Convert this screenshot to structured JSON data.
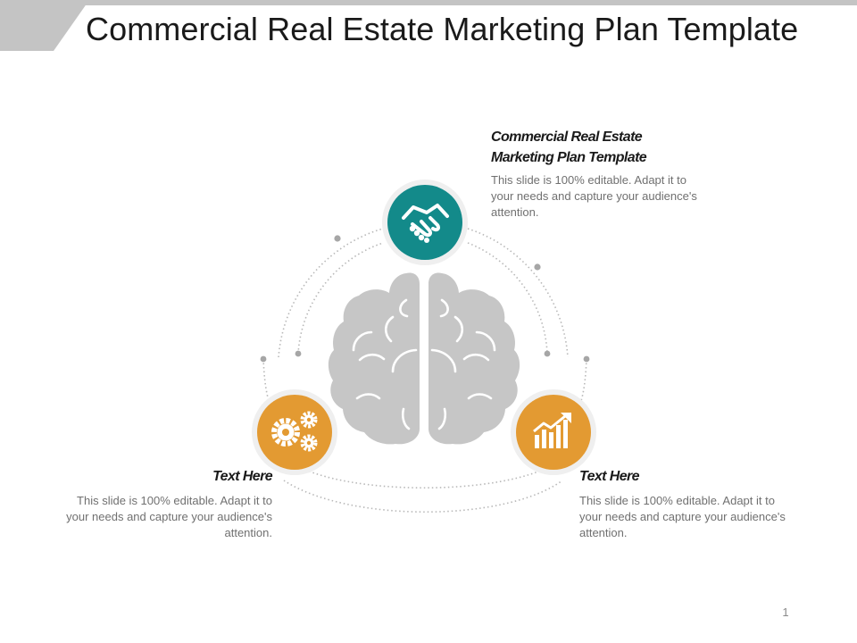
{
  "slide": {
    "title": "Commercial Real Estate Marketing Plan Template",
    "page_number": "1"
  },
  "colors": {
    "teal": "#138a8a",
    "orange": "#e39a32",
    "brain_gray": "#c6c6c6",
    "bar_gray": "#c4c4c4"
  },
  "items": {
    "top": {
      "heading_line1": "Commercial Real Estate",
      "heading_line2": "Marketing Plan Template",
      "body": "This slide is 100% editable. Adapt it to your needs and capture your audience's attention.",
      "icon": "handshake-icon"
    },
    "left": {
      "heading": "Text Here",
      "body": "This slide is 100% editable. Adapt it to your needs and capture your audience's attention.",
      "icon": "gears-icon"
    },
    "right": {
      "heading": "Text Here",
      "body": "This slide is 100% editable. Adapt it to your needs and capture your audience's attention.",
      "icon": "growth-chart-icon"
    }
  }
}
